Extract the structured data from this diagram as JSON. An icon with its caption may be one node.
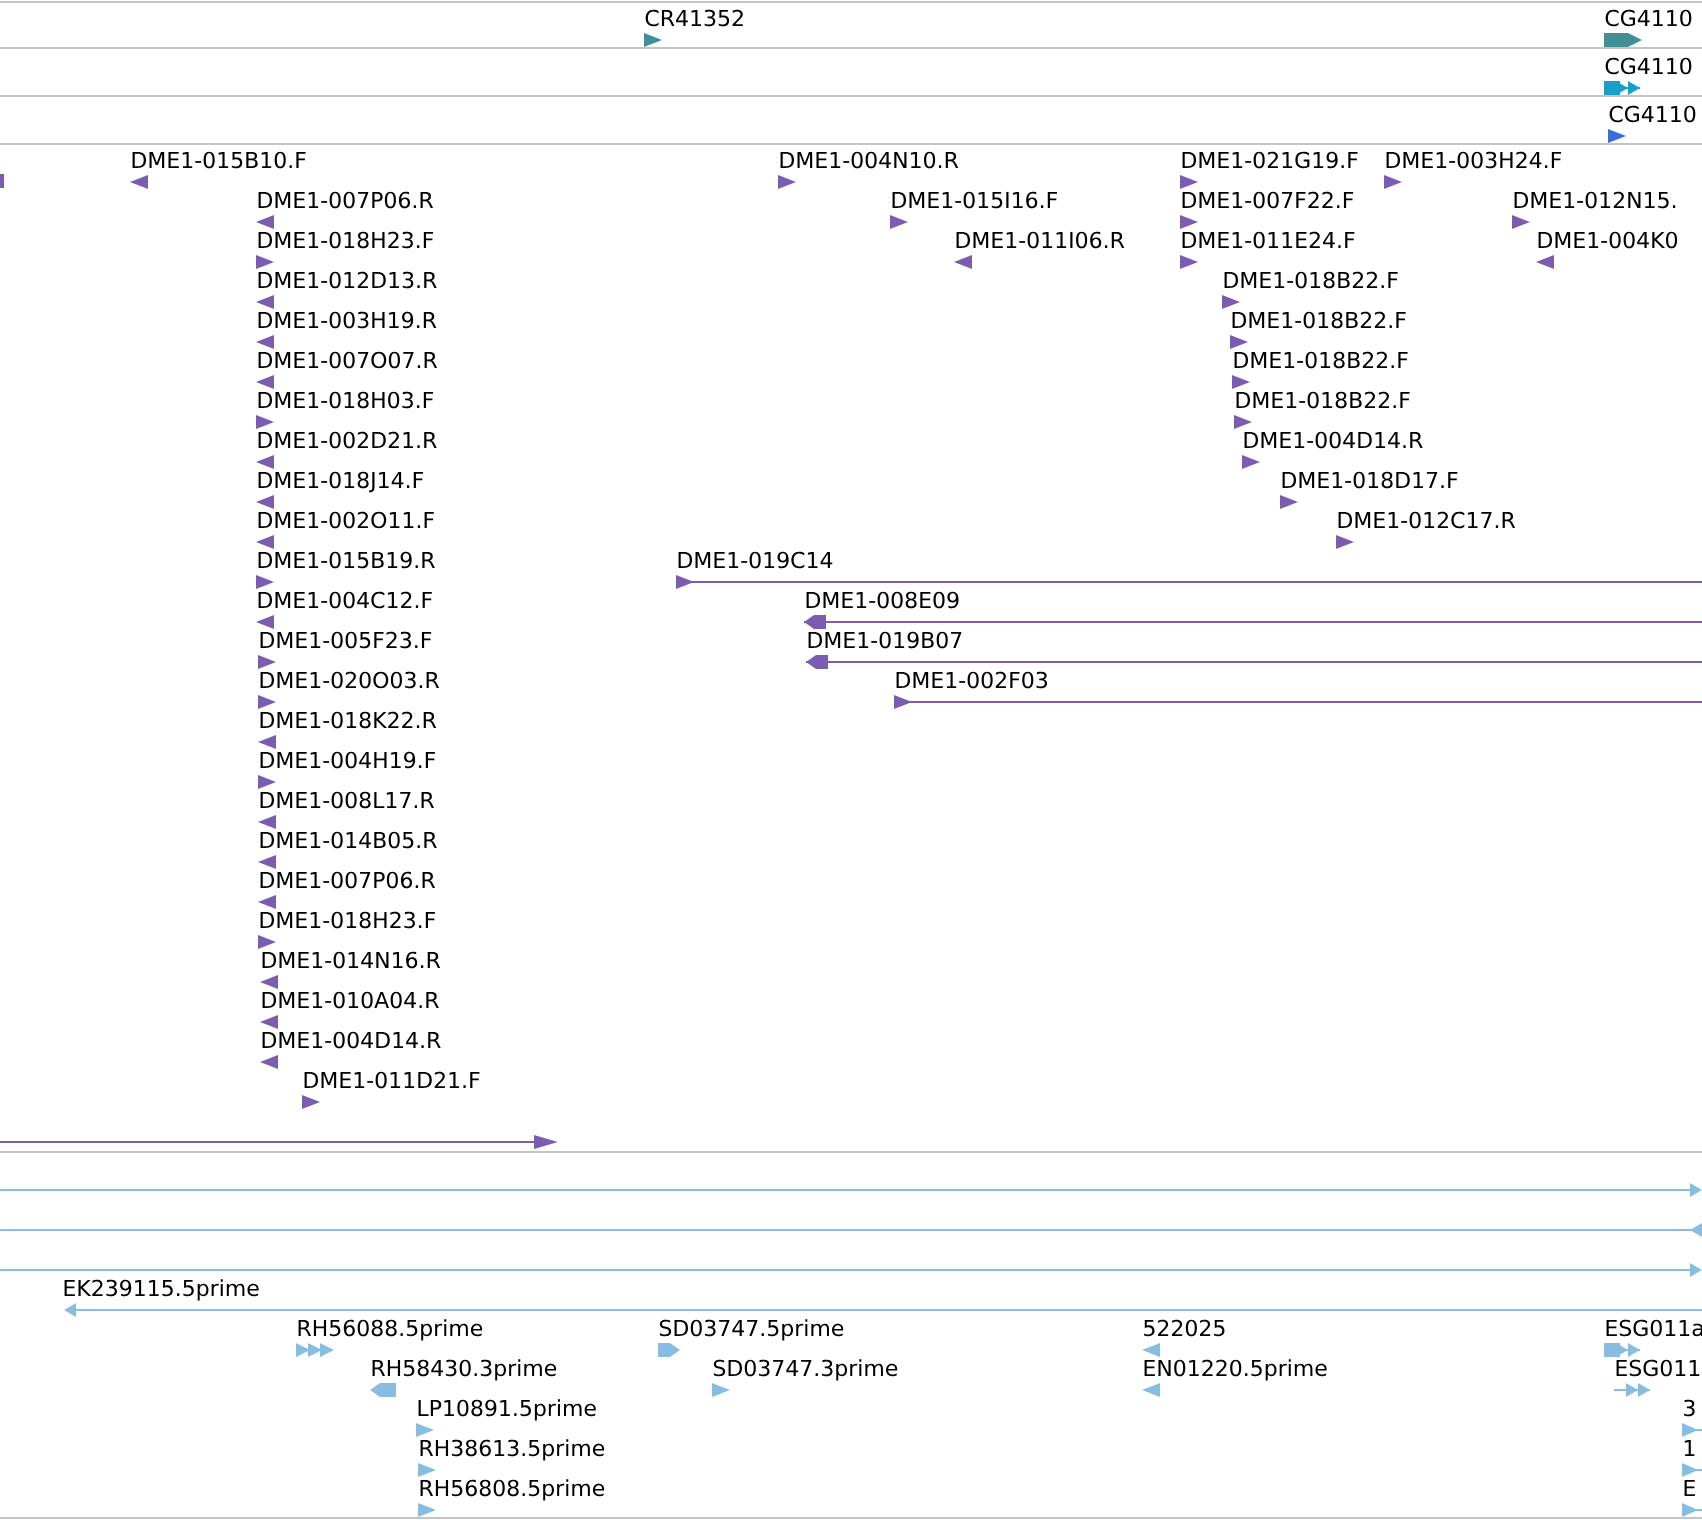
{
  "diagram": {
    "labels": [
      "CR41352",
      "CG4110",
      "CG4110",
      "CG4110",
      "DME1-015B10.F",
      "DME1-004N10.R",
      "DME1-021G19.F",
      "DME1-003H24.F",
      "DME1-007P06.R",
      "DME1-015I16.F",
      "DME1-007F22.F",
      "DME1-012N15.",
      "DME1-018H23.F",
      "DME1-011I06.R",
      "DME1-011E24.F",
      "DME1-004K0",
      "DME1-012D13.R",
      "DME1-018B22.F",
      "DME1-003H19.R",
      "DME1-018B22.F",
      "DME1-007O07.R",
      "DME1-018B22.F",
      "DME1-018H03.F",
      "DME1-018B22.F",
      "DME1-002D21.R",
      "DME1-004D14.R",
      "DME1-018J14.F",
      "DME1-018D17.F",
      "DME1-002O11.F",
      "DME1-012C17.R",
      "DME1-015B19.R",
      "DME1-019C14",
      "DME1-004C12.F",
      "DME1-008E09",
      "DME1-005F23.F",
      "DME1-019B07",
      "DME1-020O03.R",
      "DME1-002F03",
      "DME1-018K22.R",
      "DME1-004H19.F",
      "DME1-008L17.R",
      "DME1-014B05.R",
      "DME1-007P06.R",
      "DME1-018H23.F",
      "DME1-014N16.R",
      "DME1-010A04.R",
      "DME1-004D14.R",
      "DME1-011D21.F",
      "EK239115.5prime",
      "RH56088.5prime",
      "SD03747.5prime",
      "522025",
      "ESG011a",
      "RH58430.3prime",
      "SD03747.3prime",
      "EN01220.5prime",
      "ESG011",
      "LP10891.5prime",
      "3",
      "RH38613.5prime",
      "1",
      "RH56808.5prime",
      "E"
    ]
  }
}
